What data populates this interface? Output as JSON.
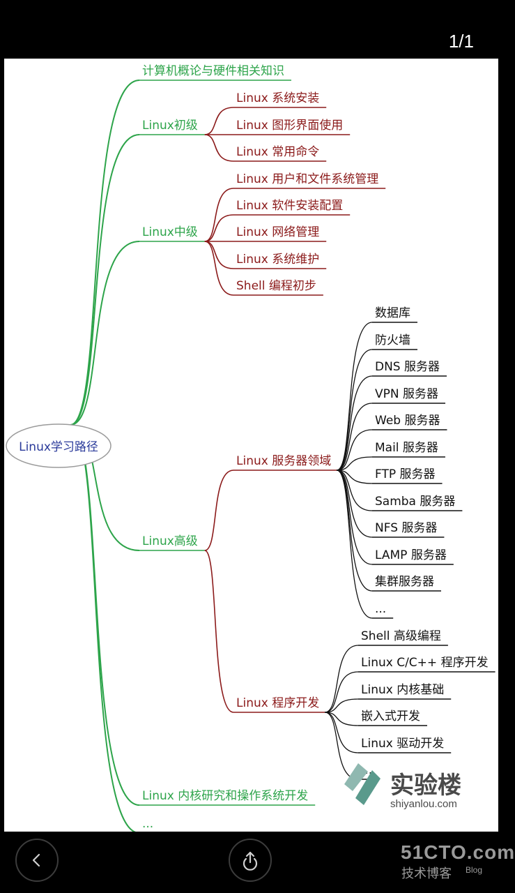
{
  "viewer": {
    "page_counter": "1/1"
  },
  "colors": {
    "green": "#2da44a",
    "darkred": "#8b1a1a",
    "black": "#111111",
    "blue": "#2a3a9a"
  },
  "mindmap": {
    "root": "Linux学习路径",
    "branches": [
      {
        "id": "b0",
        "label": "计算机概论与硬件相关知识",
        "children": []
      },
      {
        "id": "b1",
        "label": "Linux初级",
        "children": [
          "Linux 系统安装",
          "Linux 图形界面使用",
          "Linux 常用命令"
        ]
      },
      {
        "id": "b2",
        "label": "Linux中级",
        "children": [
          "Linux 用户和文件系统管理",
          "Linux 软件安装配置",
          "Linux 网络管理",
          "Linux 系统维护",
          "Shell 编程初步"
        ]
      },
      {
        "id": "b3",
        "label": "Linux高级",
        "children": [
          {
            "label": "Linux 服务器领域",
            "children": [
              "数据库",
              "防火墙",
              "DNS 服务器",
              "VPN 服务器",
              "Web 服务器",
              "Mail 服务器",
              "FTP 服务器",
              "Samba 服务器",
              "NFS 服务器",
              "LAMP 服务器",
              "集群服务器",
              "..."
            ]
          },
          {
            "label": "Linux 程序开发",
            "children": [
              "Shell 高级编程",
              "Linux C/C++ 程序开发",
              "Linux 内核基础",
              "嵌入式开发",
              "Linux 驱动开发",
              "..."
            ]
          }
        ]
      },
      {
        "id": "b4",
        "label": "Linux 内核研究和操作系统开发",
        "children": []
      },
      {
        "id": "b5",
        "label": "...",
        "children": []
      }
    ]
  },
  "watermarks": {
    "shiyanlou_name": "实验楼",
    "shiyanlou_url": "shiyanlou.com",
    "cto_logo": "51CTO.com",
    "cto_sub": "技术博客",
    "cto_blog": "Blog"
  }
}
